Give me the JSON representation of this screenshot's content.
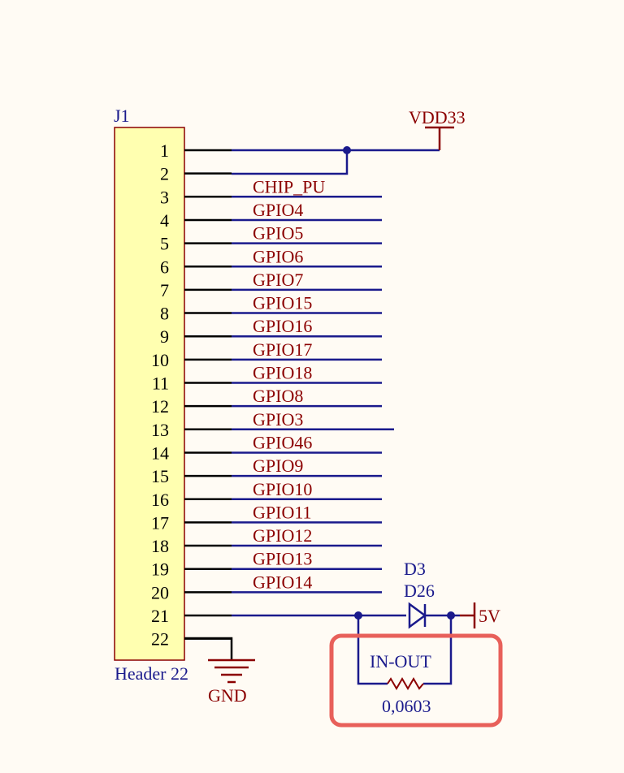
{
  "connector": {
    "designator": "J1",
    "comment": "Header 22",
    "pins": [
      "1",
      "2",
      "3",
      "4",
      "5",
      "6",
      "7",
      "8",
      "9",
      "10",
      "11",
      "12",
      "13",
      "14",
      "15",
      "16",
      "17",
      "18",
      "19",
      "20",
      "21",
      "22"
    ]
  },
  "nets": {
    "vdd": "VDD33",
    "labels": [
      "CHIP_PU",
      "GPIO4",
      "GPIO5",
      "GPIO6",
      "GPIO7",
      "GPIO15",
      "GPIO16",
      "GPIO17",
      "GPIO18",
      "GPIO8",
      "GPIO3",
      "GPIO46",
      "GPIO9",
      "GPIO10",
      "GPIO11",
      "GPIO12",
      "GPIO13",
      "GPIO14"
    ],
    "gnd": "GND",
    "five_v": "5V"
  },
  "diode": {
    "designator": "D3",
    "comment": "D26"
  },
  "resistor": {
    "designator": "IN-OUT",
    "value": "0,0603"
  },
  "colors": {
    "body_fill": "#ffffb0",
    "body_stroke": "#8b0000",
    "wire": "#1a1a8c",
    "net_label": "#8b0000",
    "highlight": "#e8605a",
    "background": "#fffbf4"
  }
}
